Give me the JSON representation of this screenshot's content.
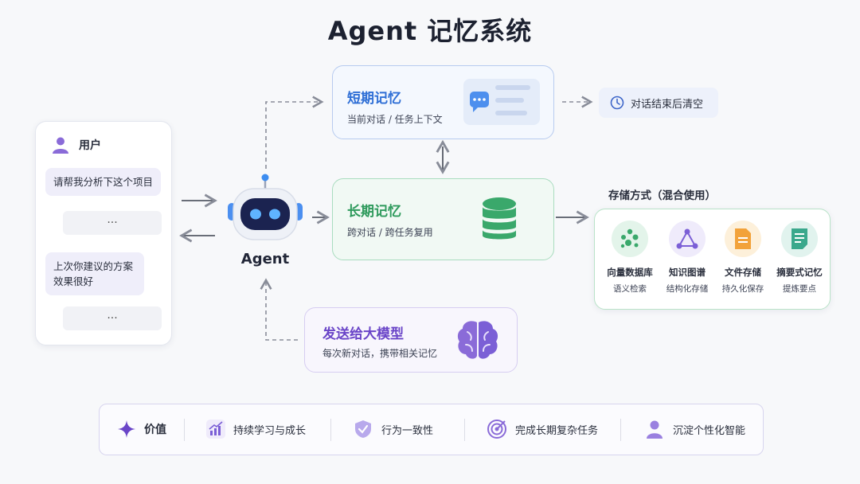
{
  "title": "Agent 记忆系统",
  "user": {
    "name": "用户",
    "messages": [
      "请帮我分析下这个项目",
      "上次你建议的方案\n效果很好"
    ],
    "ellipsis": "···"
  },
  "agent": {
    "label": "Agent"
  },
  "short_memory": {
    "title": "短期记忆",
    "subtitle": "当前对话 / 任务上下文"
  },
  "clear_note": "对话结束后清空",
  "long_memory": {
    "title": "长期记忆",
    "subtitle": "跨对话 / 跨任务复用"
  },
  "send": {
    "title": "发送给大模型",
    "subtitle": "每次新对话，携带相关记忆"
  },
  "storage": {
    "title": "存储方式（混合使用）",
    "items": [
      {
        "label": "向量数据库",
        "sub": "语义检索",
        "icon": "vector-dots-icon"
      },
      {
        "label": "知识图谱",
        "sub": "结构化存储",
        "icon": "graph-icon"
      },
      {
        "label": "文件存储",
        "sub": "持久化保存",
        "icon": "file-icon"
      },
      {
        "label": "摘要式记忆",
        "sub": "提炼要点",
        "icon": "summary-doc-icon"
      }
    ]
  },
  "values": {
    "label": "价值",
    "items": [
      {
        "text": "持续学习与成长",
        "icon": "growth-chart-icon"
      },
      {
        "text": "行为一致性",
        "icon": "shield-check-icon"
      },
      {
        "text": "完成长期复杂任务",
        "icon": "target-icon"
      },
      {
        "text": "沉淀个性化智能",
        "icon": "person-icon"
      }
    ]
  },
  "colors": {
    "short": "#2f6fd6",
    "long": "#2e9a5c",
    "send": "#6a45c8",
    "accent_purple": "#7b5fd6"
  }
}
